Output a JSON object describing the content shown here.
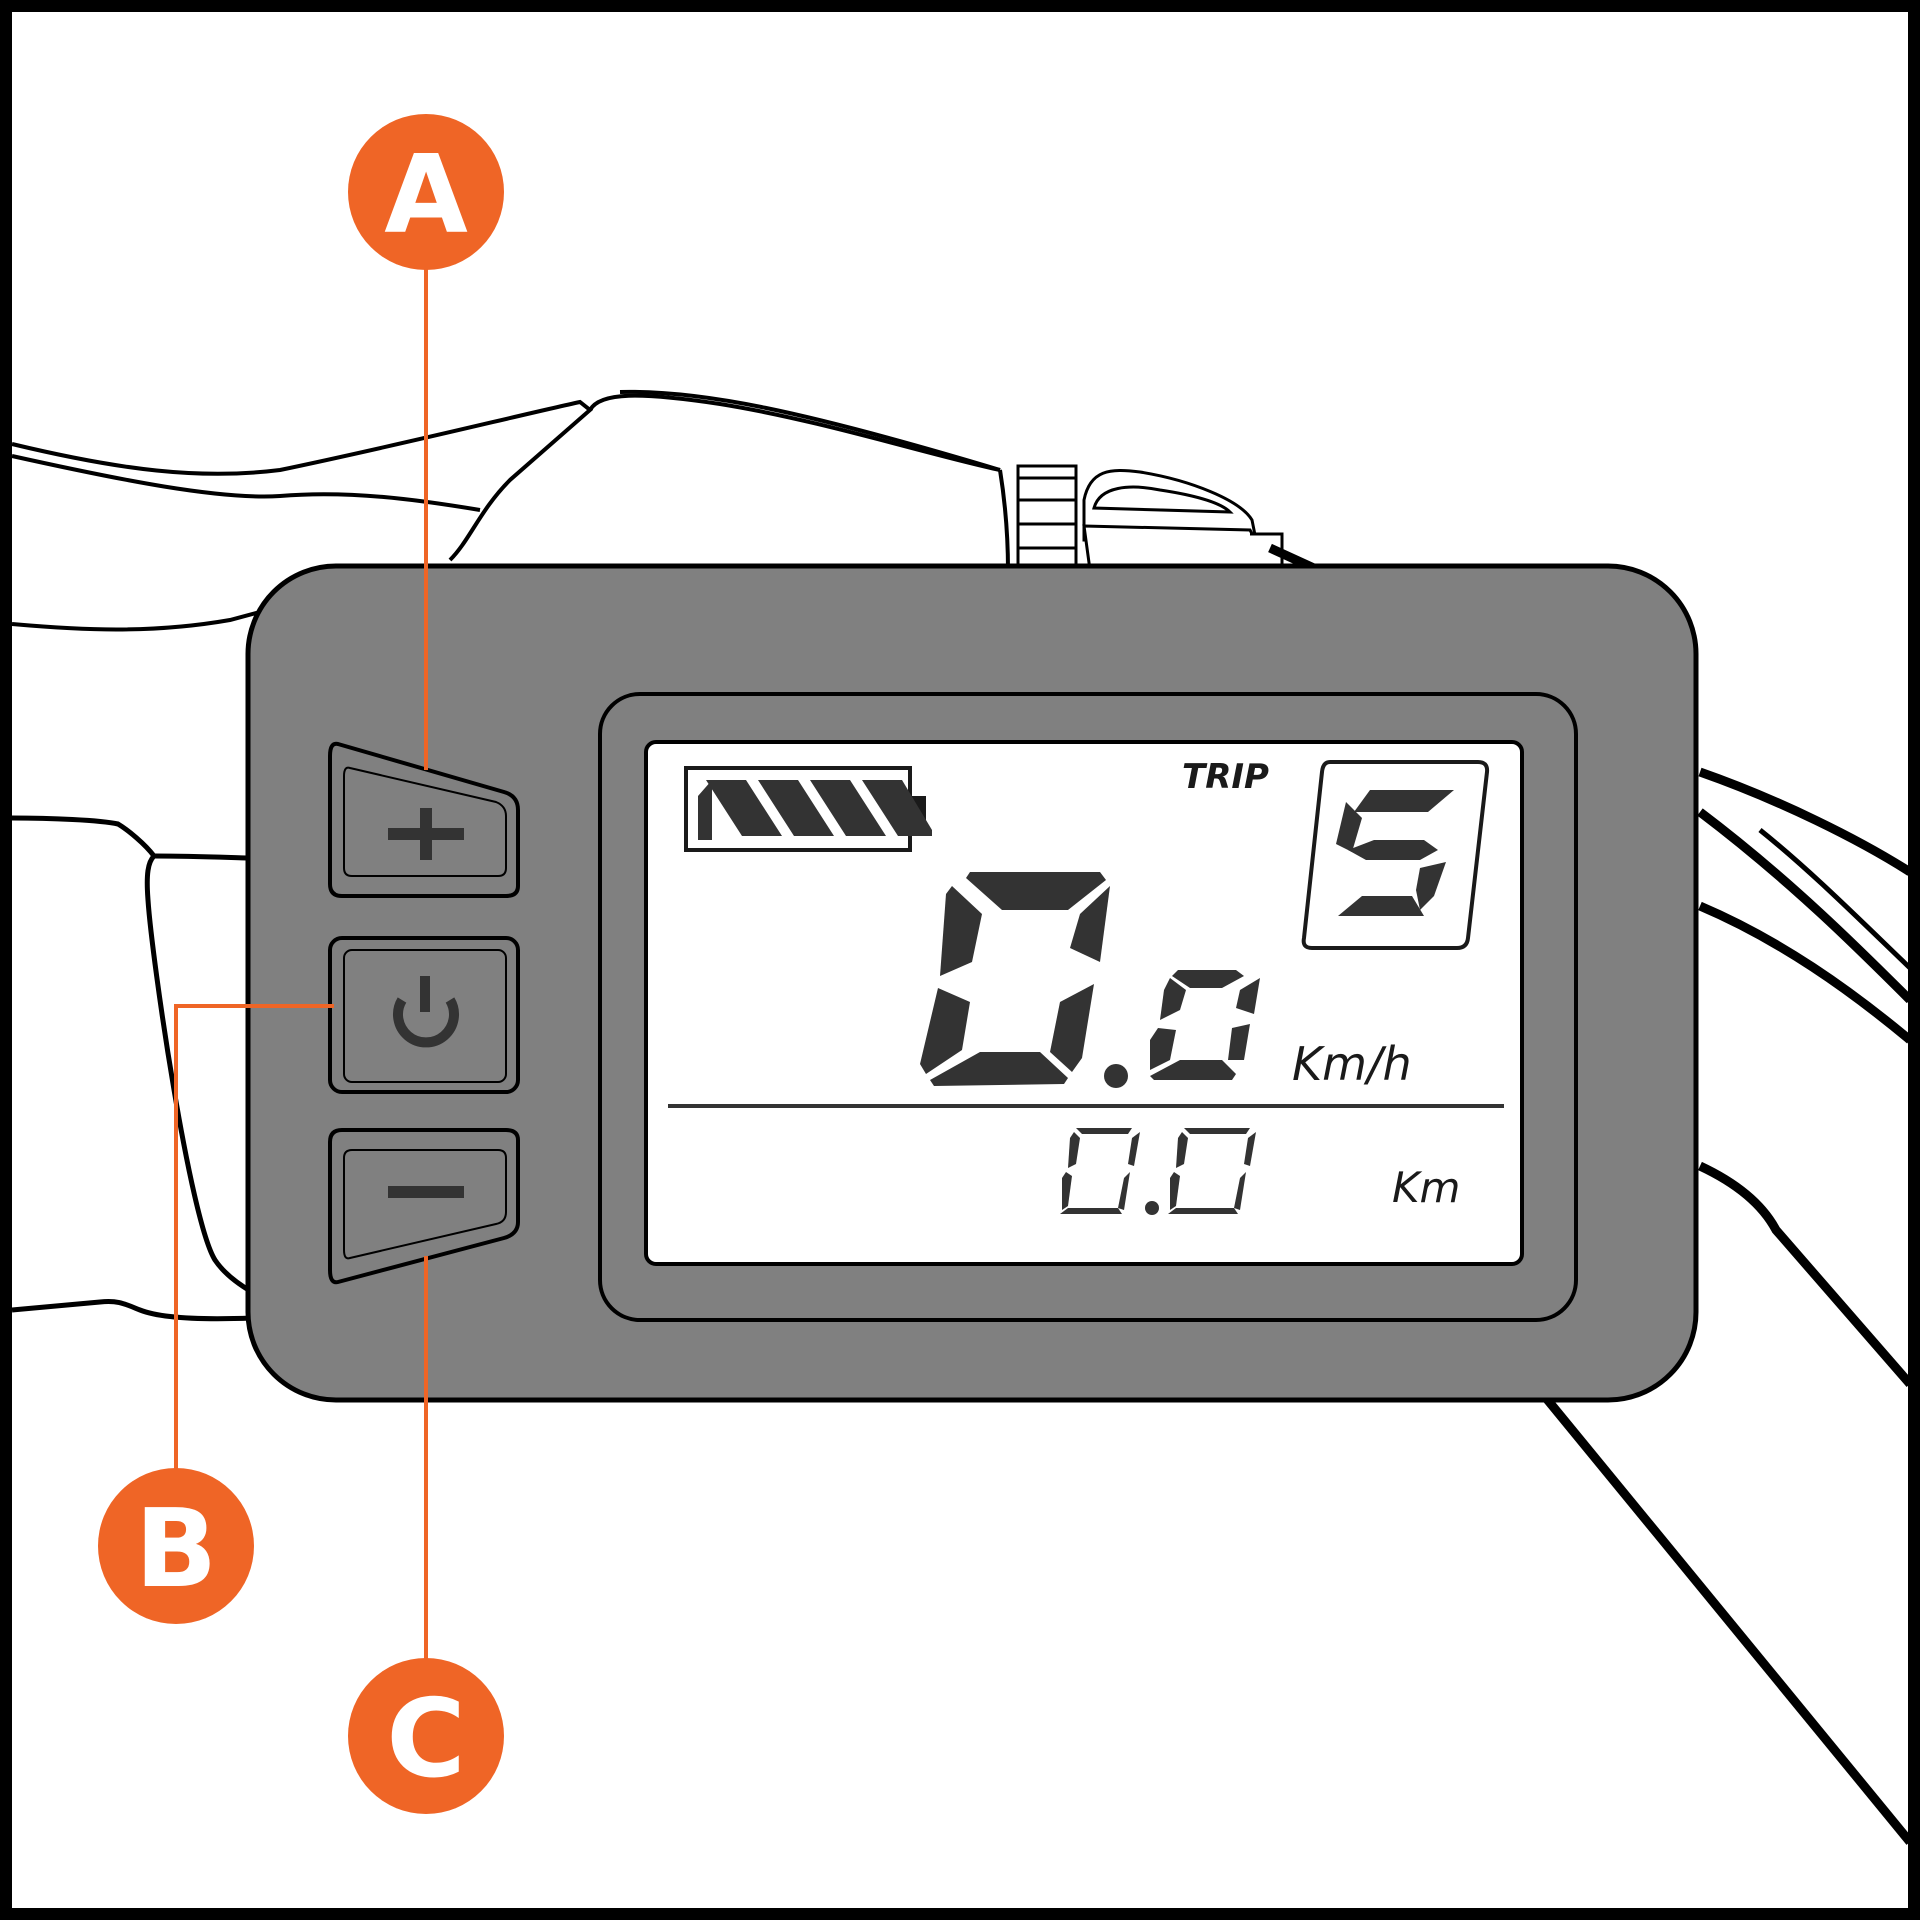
{
  "display": {
    "trip_label": "TRIP",
    "speed_unit": "Km/h",
    "distance_unit": "Km",
    "battery_bars": 4,
    "battery_bars_max": 4
  },
  "callouts": {
    "plus_button": "A",
    "power_button": "B",
    "minus_button": "C"
  },
  "colors": {
    "accent": "#EF6526",
    "housing": "#808080",
    "lcd_background": "#ffffff",
    "segment": "#333333"
  },
  "icons": {
    "plus_button": "plus-icon",
    "power_button": "power-icon",
    "minus_button": "minus-icon"
  }
}
